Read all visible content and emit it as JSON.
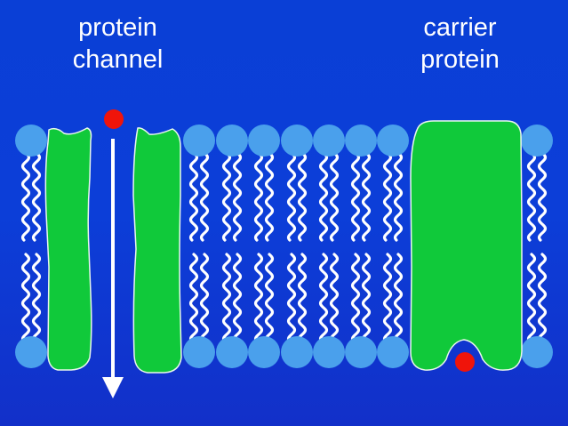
{
  "labels": {
    "channel": {
      "line1": "protein",
      "line2": "channel"
    },
    "carrier": {
      "line1": "carrier",
      "line2": "protein"
    }
  },
  "colors": {
    "background": "#0c3ed8",
    "phospholipid_head": "#4aa0ec",
    "lipid_tail": "#ffffff",
    "protein": "#10c93a",
    "protein_outline": "#e9f7ec",
    "molecule": "#f0140a",
    "arrow": "#ffffff"
  },
  "icons": {
    "molecule": "red-dot",
    "direction": "down-arrow"
  }
}
